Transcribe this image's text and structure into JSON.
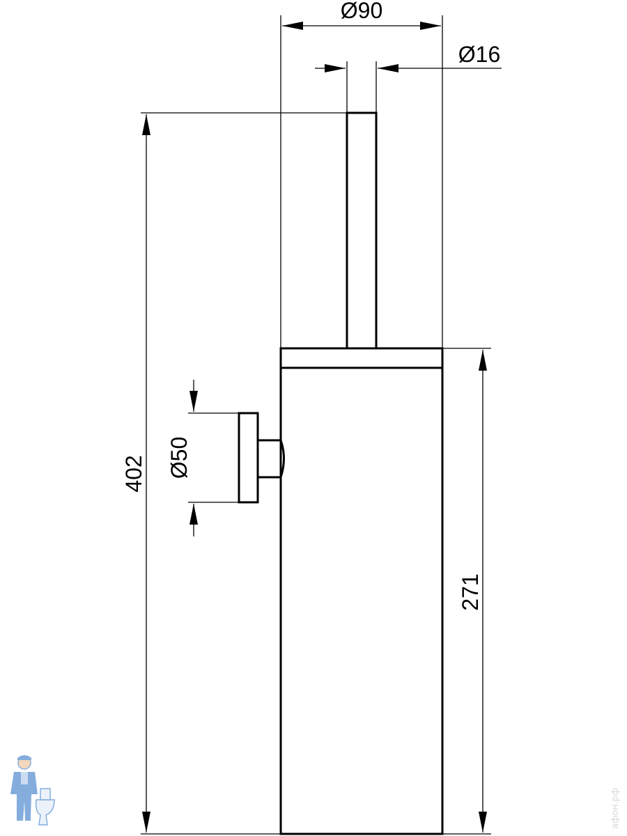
{
  "drawing": {
    "dimensions": {
      "outer_diameter": "Ø90",
      "handle_diameter": "Ø16",
      "total_height": "402",
      "container_height": "271",
      "wall_mount_diameter": "Ø50"
    }
  },
  "watermark": "афон.рф",
  "colors": {
    "line": "#000000",
    "logo": "#6f9fd8",
    "watermark": "#d8d8d8"
  }
}
